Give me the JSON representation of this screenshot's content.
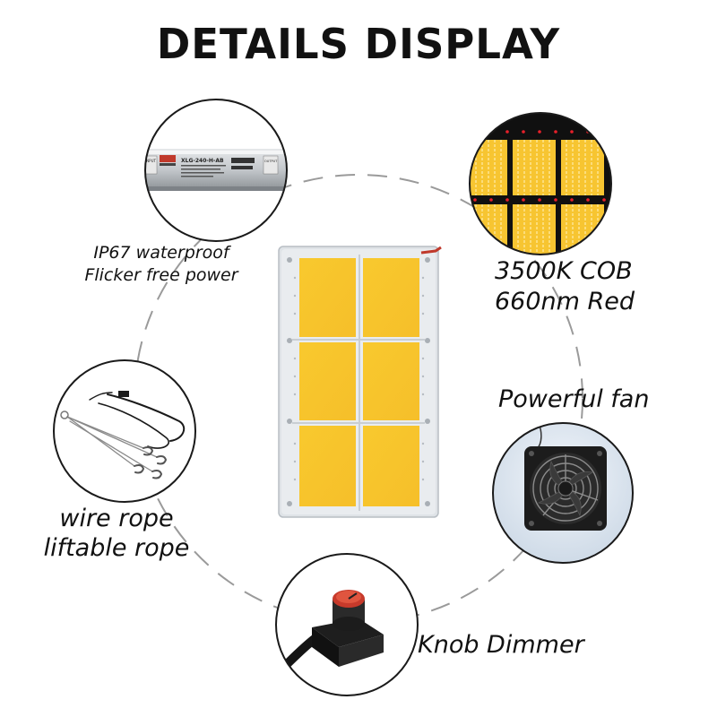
{
  "page": {
    "title": "DETAILS DISPLAY"
  },
  "features": {
    "power": {
      "line1": "IP67 waterproof",
      "line2": "Flicker free power",
      "image": "power-supply-driver-image",
      "driver": {
        "model": "XLG-240-H-AB",
        "input_label": "INPUT",
        "output_label": "OUTPUT"
      }
    },
    "cob": {
      "line1": "3500K COB",
      "line2": "660nm Red",
      "image": "cob-led-closeup-image"
    },
    "fan": {
      "label": "Powerful fan",
      "image": "cooling-fan-image"
    },
    "rope": {
      "line1": "wire rope",
      "line2": "liftable rope",
      "image": "hanging-wire-rope-image"
    },
    "dimmer": {
      "label": "Knob Dimmer",
      "image": "knob-dimmer-image"
    }
  },
  "center": {
    "image": "cob-grow-light-panel-image",
    "panel_count": 6
  },
  "colors": {
    "cob_yellow": "#f7c531",
    "cob_stripe": "#ffe79a",
    "dashed_ring": "#9a9a9a",
    "circle_border": "#1a1a1a",
    "red_led": "#e8202a",
    "aluminum": "#d9dde2"
  }
}
